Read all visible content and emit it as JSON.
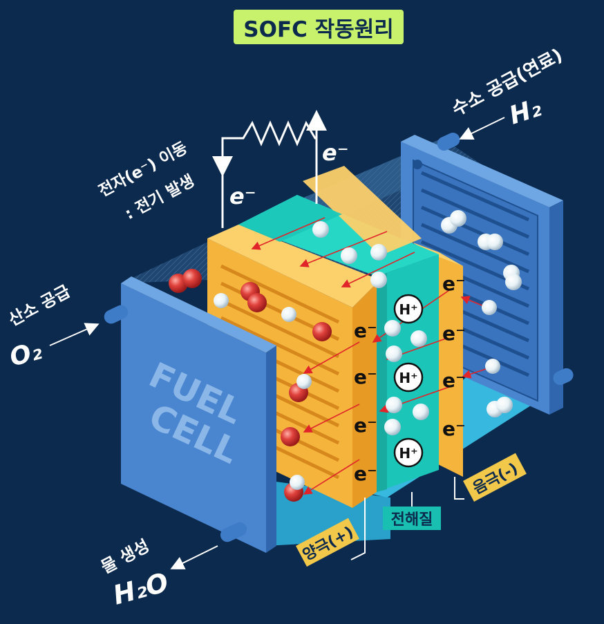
{
  "title": "SOFC 작동원리",
  "labels": {
    "hydrogen_supply": "수소 공급(연료)",
    "hydrogen_formula": "H₂",
    "oxygen_supply": "산소 공급",
    "oxygen_formula": "O₂",
    "water_production": "물 생성",
    "water_formula": "H₂O",
    "electron_move_line1": "전자(e⁻) 이동",
    "electron_move_line2": ": 전기 발생",
    "electron_symbol": "e⁻",
    "cathode": "양극(+)",
    "electrolyte": "전해질",
    "anode": "음극(-)",
    "proton": "H⁺",
    "fuel_cell_line1": "FUEL",
    "fuel_cell_line2": "CELL"
  },
  "colors": {
    "background": "#0c2a4d",
    "title_bg": "#c8f26b",
    "cathode": "#f5b43c",
    "electrolyte": "#1bc6b8",
    "anode_plate": "#4a86d0",
    "water_pool": "#3cc8ef",
    "label_yellow": "#f2c84b",
    "label_teal": "#19bfb0",
    "arrow_red": "#e0242a"
  }
}
